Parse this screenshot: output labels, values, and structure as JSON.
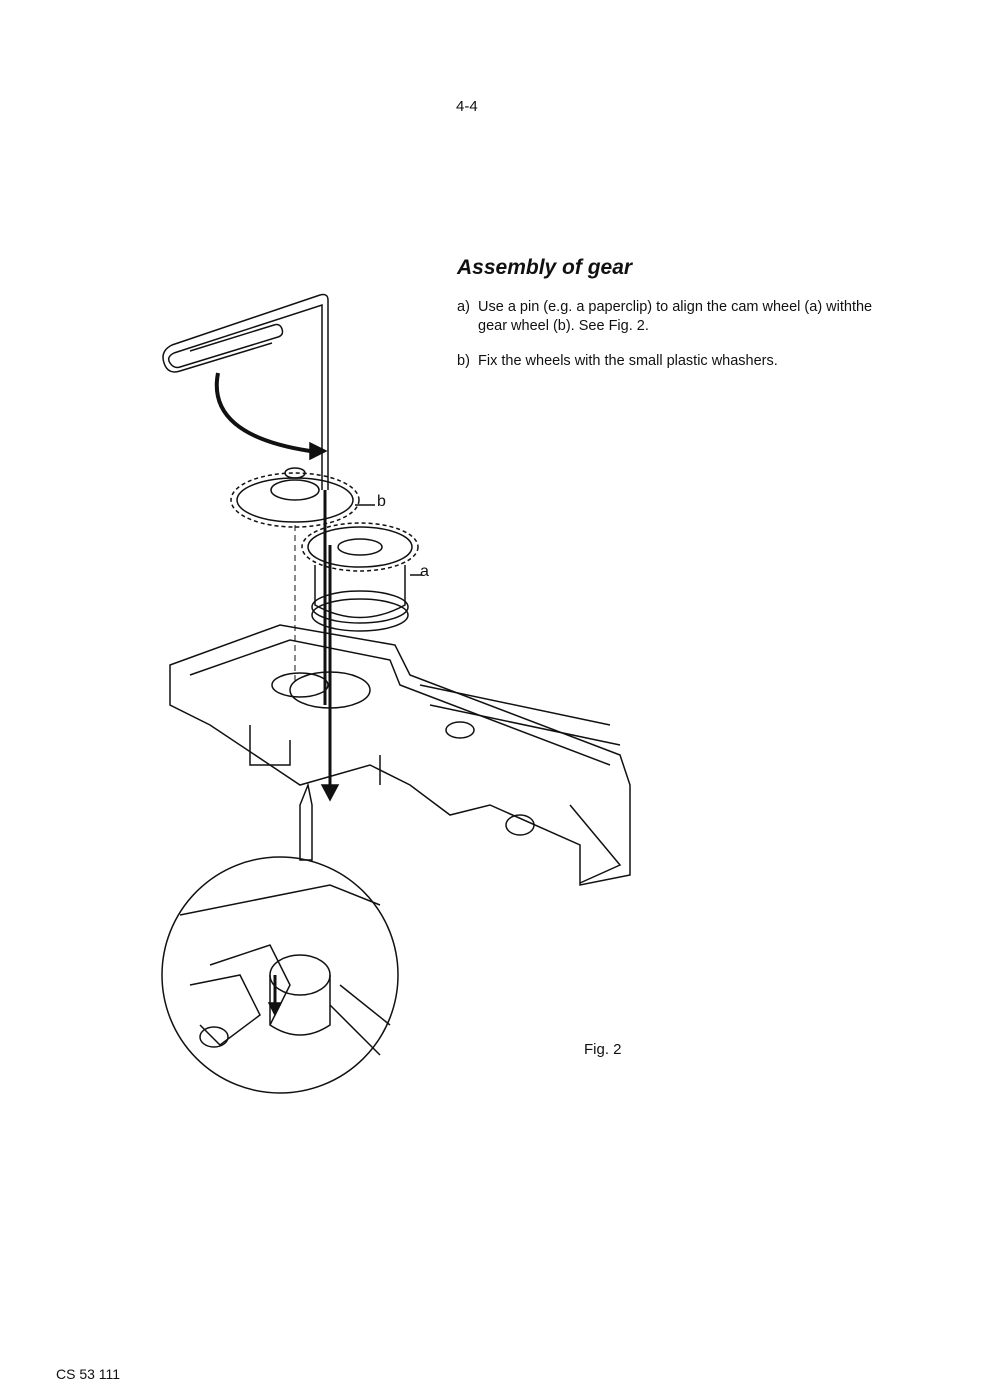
{
  "page_number": "4-4",
  "section_title": "Assembly of gear",
  "steps": [
    {
      "marker": "a)",
      "text": "Use a pin (e.g. a paperclip) to align the cam wheel (a) withthe gear wheel (b). See Fig. 2."
    },
    {
      "marker": "b)",
      "text": "Fix the wheels with the small plastic whashers."
    }
  ],
  "figure": {
    "labels": {
      "a": "a",
      "b": "b"
    },
    "caption": "Fig. 2"
  },
  "document_code": "CS 53 111"
}
